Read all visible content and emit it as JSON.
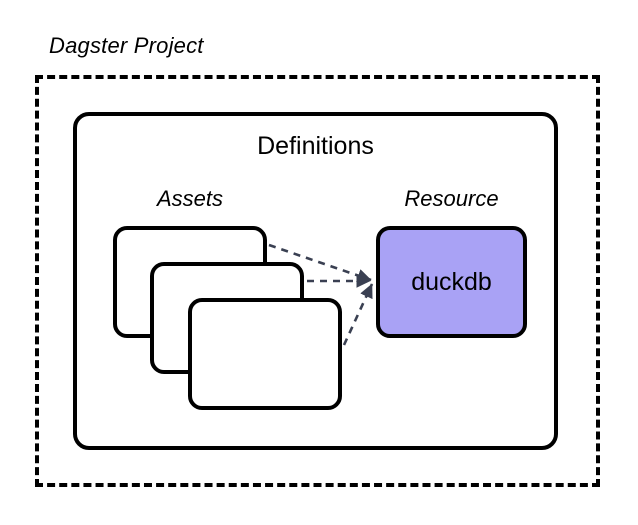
{
  "diagram": {
    "type": "nested-container-diagram",
    "background_color": "#ffffff",
    "project": {
      "label": "Dagster Project",
      "border_style": "dashed",
      "border_color": "#000000"
    },
    "definitions": {
      "title": "Definitions",
      "border_style": "solid",
      "border_color": "#000000"
    },
    "assets": {
      "label": "Assets",
      "card_count": 3,
      "cards": [
        {
          "label": ""
        },
        {
          "label": ""
        },
        {
          "label": ""
        }
      ],
      "card_fill": "#ffffff",
      "card_border": "#000000"
    },
    "resource": {
      "label": "Resource",
      "name": "duckdb",
      "fill_color": "#a9a2f5",
      "border_color": "#000000"
    },
    "connectors": {
      "style": "dashed",
      "color": "#3a4052",
      "arrowhead": true,
      "count": 3,
      "description": "Three dashed arrows from the asset cards converge on the duckdb resource."
    }
  }
}
